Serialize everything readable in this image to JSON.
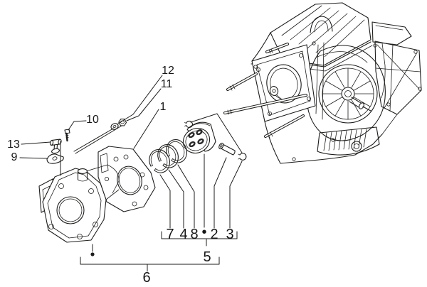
{
  "figure": {
    "background": "#ffffff",
    "line_color": "#1d1d1b",
    "label_color": "#161616"
  },
  "callouts": {
    "n1": "1",
    "n2": "2",
    "n3": "3",
    "n4": "4",
    "n5": "5",
    "n6": "6",
    "n7": "7",
    "n8": "8",
    "n9": "9",
    "n10": "10",
    "n11": "11",
    "n12": "12",
    "n13": "13",
    "bullet": "•"
  }
}
